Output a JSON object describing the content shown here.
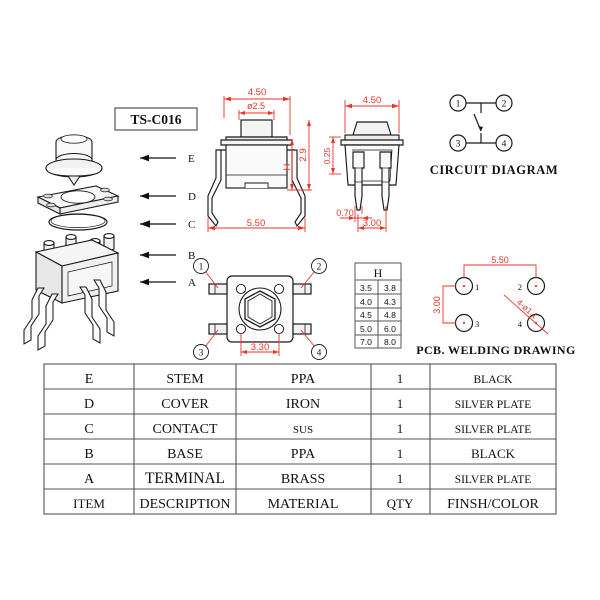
{
  "drawing": {
    "part_number": "TS-C016",
    "title_blocks": {
      "circuit_diagram": "CIRCUIT DIAGRAM",
      "pcb_welding": "PCB. WELDING  DRAWING"
    }
  },
  "callouts": [
    {
      "letter": "E"
    },
    {
      "letter": "D"
    },
    {
      "letter": "C"
    },
    {
      "letter": "B"
    },
    {
      "letter": "A"
    }
  ],
  "front_view": {
    "dims": {
      "width_top": "4.50",
      "stem_dia": "ø2.5",
      "height_sym": "H",
      "body_height": "2.9",
      "width_bottom": "5.50"
    }
  },
  "side_view": {
    "dims": {
      "width_top": "4.50",
      "plate_thk": "0.25",
      "pin_width": "0.70",
      "pin_pitch": "3.00"
    }
  },
  "top_view": {
    "dims": {
      "pin_span": "3.30"
    },
    "pin_numbers": [
      "1",
      "2",
      "3",
      "4"
    ]
  },
  "circuit_diagram": {
    "pin_numbers": [
      "1",
      "2",
      "3",
      "4"
    ],
    "label": "CIRCUIT DIAGRAM"
  },
  "pcb_welding": {
    "label": "PCB. WELDING  DRAWING",
    "dims": {
      "horizontal": "5.50",
      "vertical": "3.00",
      "hole_note": "4-ø1.1"
    },
    "pin_numbers": [
      "1",
      "2",
      "3",
      "4"
    ]
  },
  "h_table": {
    "header": "H",
    "rows": [
      [
        "3.5",
        "3.8"
      ],
      [
        "4.0",
        "4.3"
      ],
      [
        "4.5",
        "4.8"
      ],
      [
        "5.0",
        "6.0"
      ],
      [
        "7.0",
        "8.0"
      ]
    ]
  },
  "bom_table": {
    "rows": [
      {
        "item": "E",
        "description": "STEM",
        "material": "PPA",
        "qty": "1",
        "finish": "BLACK"
      },
      {
        "item": "D",
        "description": "COVER",
        "material": "IRON",
        "qty": "1",
        "finish": "SILVER PLATE"
      },
      {
        "item": "C",
        "description": "CONTACT",
        "material": "SUS",
        "qty": "1",
        "finish": "SILVER PLATE"
      },
      {
        "item": "B",
        "description": "BASE",
        "material": "PPA",
        "qty": "1",
        "finish": "BLACK"
      },
      {
        "item": "A",
        "description": "TERMINAL",
        "material": "BRASS",
        "qty": "1",
        "finish": "SILVER PLATE"
      },
      {
        "item": "ITEM",
        "description": "DESCRIPTION",
        "material": "MATERIAL",
        "qty": "QTY",
        "finish": "FINSH/COLOR"
      }
    ]
  },
  "colors": {
    "line": "#1a1a1a",
    "dimension": "#e8342a",
    "fill": "#ffffff",
    "shade": "#efefef"
  }
}
